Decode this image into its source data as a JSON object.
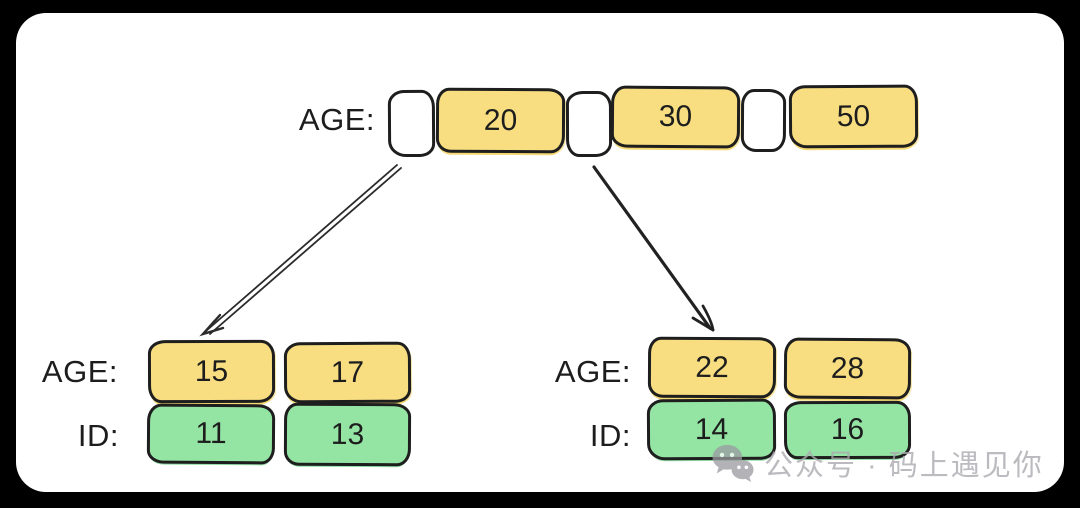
{
  "diagram_type": "bplus-tree-index",
  "colors": {
    "background": "#000000",
    "surface": "#ffffff",
    "key_fill": "#F8DE81",
    "id_fill": "#94E5A4",
    "stroke": "#1e1e1e",
    "watermark_gray": "#aaaab0"
  },
  "tree": {
    "root": {
      "label": "AGE:",
      "keys": [
        "20",
        "30",
        "50"
      ]
    },
    "left_leaf": {
      "age_label": "AGE:",
      "ages": [
        "15",
        "17"
      ],
      "id_label": "ID:",
      "ids": [
        "11",
        "13"
      ]
    },
    "right_leaf": {
      "age_label": "AGE:",
      "ages": [
        "22",
        "28"
      ],
      "id_label": "ID:",
      "ids": [
        "14",
        "16"
      ]
    }
  },
  "watermark": {
    "icon": "wechat-icon",
    "text": "公众号 · 码上遇见你"
  }
}
